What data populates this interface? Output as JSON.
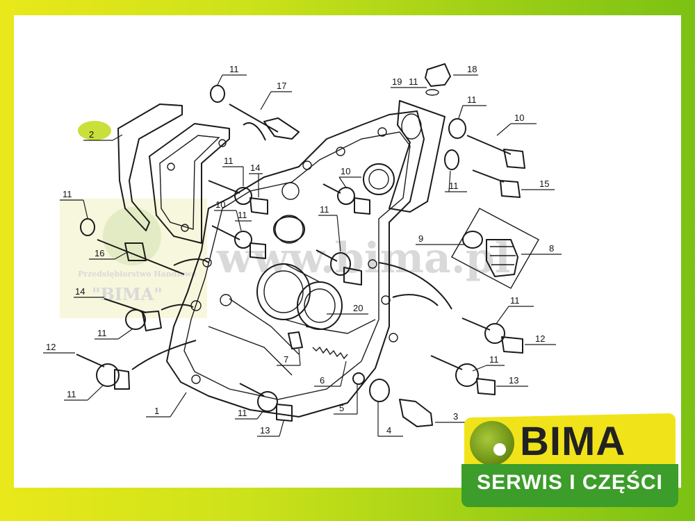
{
  "watermark": {
    "url": "www.bima.pl",
    "company_line": "Przedsiębiorstwo Handlowe",
    "company_name": "\"BIMA\""
  },
  "callouts": [
    {
      "number": "1"
    },
    {
      "number": "2"
    },
    {
      "number": "3"
    },
    {
      "number": "4"
    },
    {
      "number": "5"
    },
    {
      "number": "6"
    },
    {
      "number": "7"
    },
    {
      "number": "8"
    },
    {
      "number": "9"
    },
    {
      "number": "10"
    },
    {
      "number": "10"
    },
    {
      "number": "10"
    },
    {
      "number": "11"
    },
    {
      "number": "11"
    },
    {
      "number": "11"
    },
    {
      "number": "11"
    },
    {
      "number": "11"
    },
    {
      "number": "11"
    },
    {
      "number": "11"
    },
    {
      "number": "11"
    },
    {
      "number": "11"
    },
    {
      "number": "11"
    },
    {
      "number": "11"
    },
    {
      "number": "11"
    },
    {
      "number": "11"
    },
    {
      "number": "12"
    },
    {
      "number": "12"
    },
    {
      "number": "13"
    },
    {
      "number": "13"
    },
    {
      "number": "14"
    },
    {
      "number": "14"
    },
    {
      "number": "15"
    },
    {
      "number": "16"
    },
    {
      "number": "17"
    },
    {
      "number": "18"
    },
    {
      "number": "19"
    },
    {
      "number": "20"
    }
  ],
  "highlight": {
    "part": "2",
    "color": "#c9df3a"
  },
  "logo": {
    "name": "BIMA",
    "tagline": "SERWIS I CZĘŚCI",
    "colors": {
      "top": "#f1e31a",
      "bottom": "#3c9d2a",
      "ball": "#6f9416"
    }
  },
  "frame_colors": {
    "left": "#e9e81a",
    "right": "#7cc114",
    "panel": "#ffffff"
  }
}
